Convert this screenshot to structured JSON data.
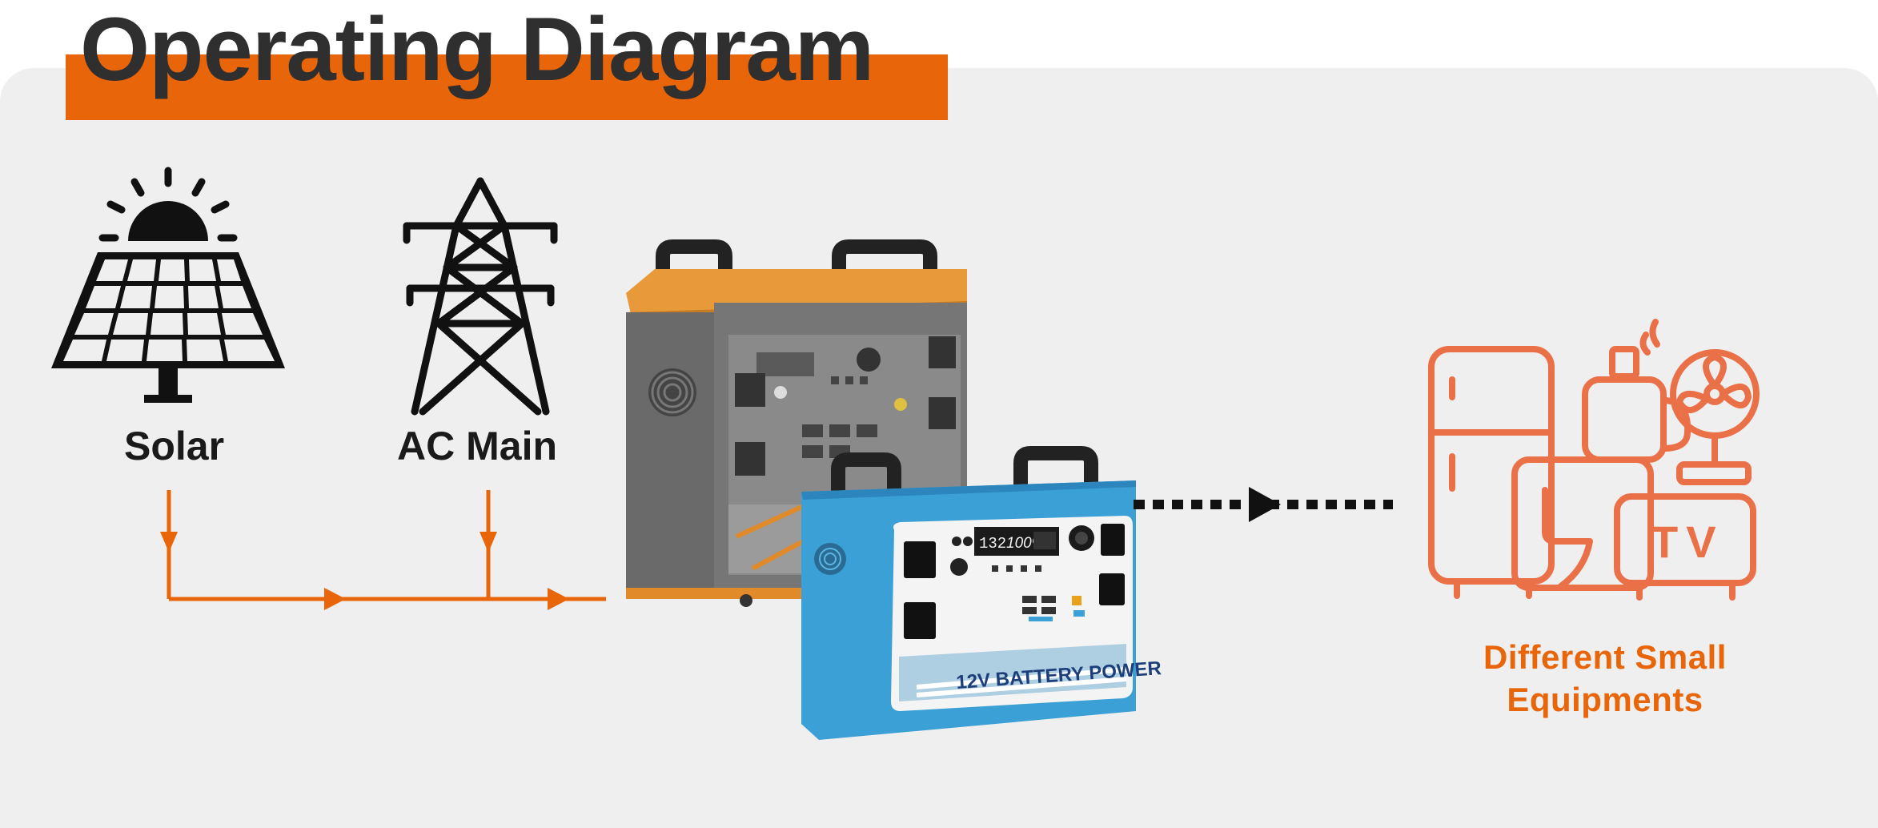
{
  "title": "Operating Diagram",
  "sources": {
    "solar_label": "Solar",
    "ac_label": "AC Main"
  },
  "device_small": {
    "brand_text": "12V BATTERY POWER",
    "display_value": "132",
    "display_percent": "100%"
  },
  "output": {
    "label_line1": "Different Small",
    "label_line2": "Equipments",
    "tv_text": "TV"
  },
  "colors": {
    "accent": "#e8650a",
    "title_text": "#2f2f2f",
    "panel_bg": "#efefef",
    "icon_dark": "#111111",
    "device_blue": "#3aa0d6",
    "device_orange": "#e89a3a"
  }
}
